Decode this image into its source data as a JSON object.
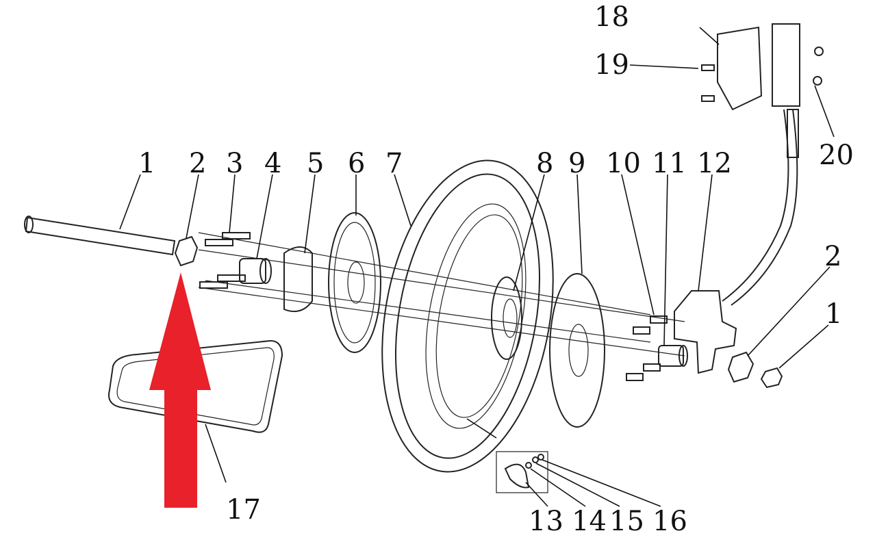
{
  "labels": {
    "l1a": "1",
    "l2a": "2",
    "l3": "3",
    "l4": "4",
    "l5": "5",
    "l6": "6",
    "l7": "7",
    "l8": "8",
    "l9": "9",
    "l10": "10",
    "l11": "11",
    "l12": "12",
    "l13": "13",
    "l14": "14",
    "l15": "15",
    "l16": "16",
    "l17": "17",
    "l18": "18",
    "l19": "19",
    "l20": "20",
    "l2b": "2",
    "l1b": "1"
  },
  "colors": {
    "arrow": "#e8212a",
    "line": "#111111"
  }
}
